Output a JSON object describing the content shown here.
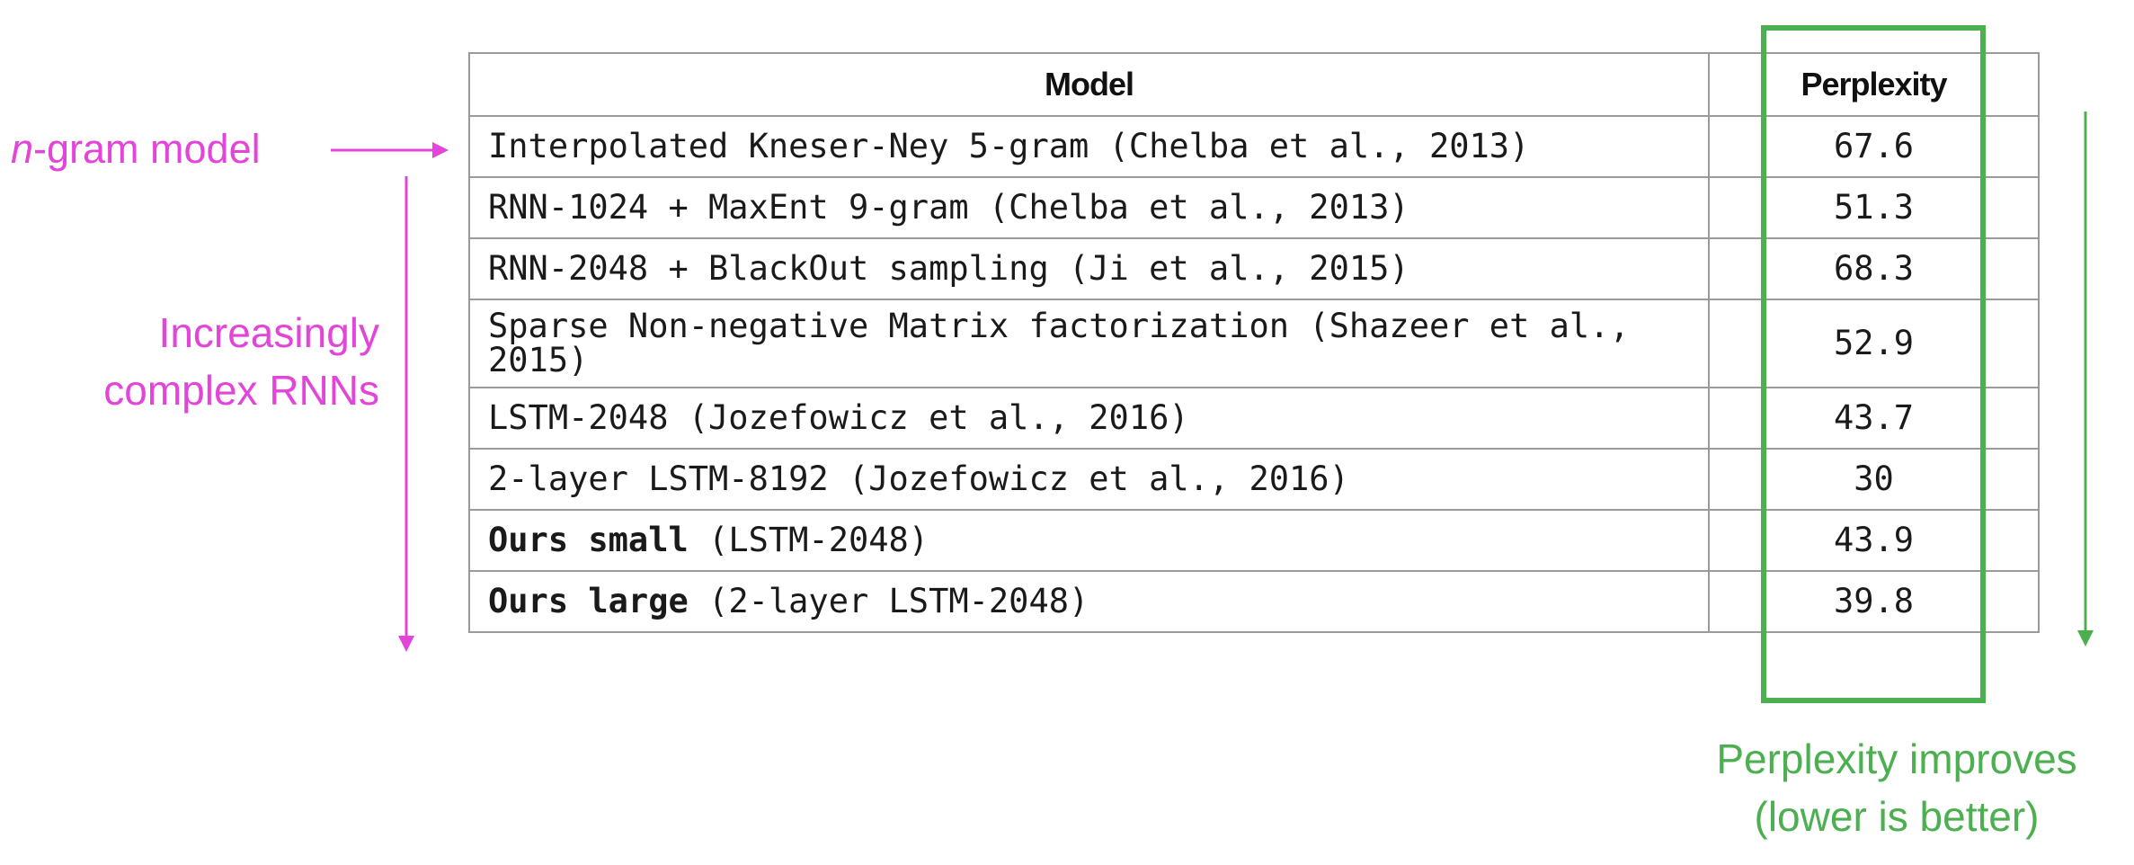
{
  "table": {
    "headers": {
      "model": "Model",
      "perplexity": "Perplexity"
    },
    "rows": [
      {
        "model": "Interpolated Kneser-Ney 5-gram (Chelba et al., 2013)",
        "model_bold": "",
        "model_rest": "Interpolated Kneser-Ney 5-gram (Chelba et al., 2013)",
        "perplexity": "67.6"
      },
      {
        "model": "RNN-1024 + MaxEnt 9-gram (Chelba et al., 2013)",
        "model_bold": "",
        "model_rest": "RNN-1024 + MaxEnt 9-gram (Chelba et al., 2013)",
        "perplexity": "51.3"
      },
      {
        "model": "RNN-2048 + BlackOut sampling (Ji et al., 2015)",
        "model_bold": "",
        "model_rest": "RNN-2048 + BlackOut sampling (Ji et al., 2015)",
        "perplexity": "68.3"
      },
      {
        "model": "Sparse Non-negative Matrix factorization (Shazeer et al., 2015)",
        "model_bold": "",
        "model_rest": "Sparse Non-negative Matrix factorization (Shazeer et al., 2015)",
        "perplexity": "52.9"
      },
      {
        "model": "LSTM-2048 (Jozefowicz et al., 2016)",
        "model_bold": "",
        "model_rest": "LSTM-2048 (Jozefowicz et al., 2016)",
        "perplexity": "43.7"
      },
      {
        "model": "2-layer LSTM-8192 (Jozefowicz et al., 2016)",
        "model_bold": "",
        "model_rest": "2-layer LSTM-8192 (Jozefowicz et al., 2016)",
        "perplexity": "30"
      },
      {
        "model": "Ours small (LSTM-2048)",
        "model_bold": "Ours small",
        "model_rest": " (LSTM-2048)",
        "perplexity": "43.9"
      },
      {
        "model": "Ours large (2-layer LSTM-2048)",
        "model_bold": "Ours large",
        "model_rest": " (2-layer LSTM-2048)",
        "perplexity": "39.8"
      }
    ]
  },
  "annotations": {
    "ngram": {
      "italic_part": "n",
      "rest": "-gram model",
      "color": "#e245d8"
    },
    "rnn": {
      "text": "Increasingly complex RNNs",
      "color": "#e245d8"
    },
    "perplexity": {
      "text": "Perplexity improves (lower is better)",
      "color": "#4caf50"
    }
  },
  "colors": {
    "magenta": "#e245d8",
    "green": "#4caf50",
    "table_border": "#9a9a9a"
  }
}
